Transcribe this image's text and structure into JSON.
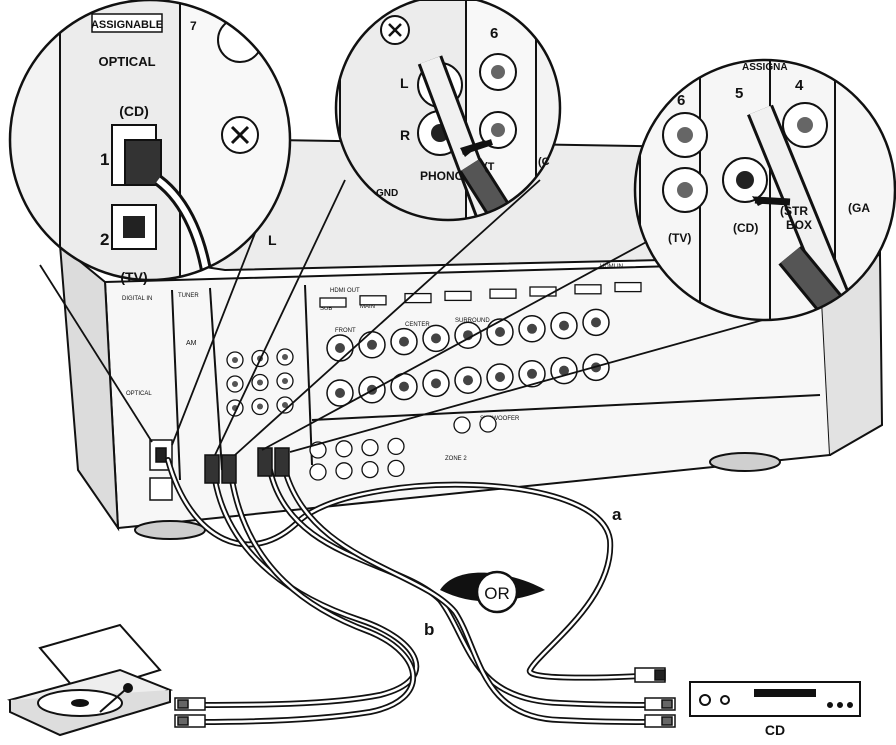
{
  "callout_left": {
    "header": "ASSIGNABLE",
    "section": "OPTICAL",
    "input_cd": "(CD)",
    "num_1": "1",
    "num_2": "2",
    "input_tv": "(TV)",
    "partial_label": "7",
    "partial_letter": "L"
  },
  "callout_middle": {
    "channel_l": "L",
    "channel_r": "R",
    "jack_number": "6",
    "phono": "PHONO",
    "gnd": "GND",
    "partial_tv": "(T",
    "partial_right": "(C"
  },
  "callout_right": {
    "header": "ASSIGNA",
    "num_6": "6",
    "num_5": "5",
    "num_4": "4",
    "tv": "(TV)",
    "cd": "(CD)",
    "strm_box_1": "(STR",
    "strm_box_2": "BOX",
    "game": "(GA"
  },
  "receiver": {
    "hdmi_out": "HDMI OUT",
    "hdmi_in": "HDMI IN",
    "sub": "SUB",
    "main": "MAIN",
    "digital_in": "DIGITAL IN",
    "optical": "OPTICAL",
    "tuner": "TUNER",
    "am": "AM",
    "front": "FRONT",
    "center": "CENTER",
    "surround": "SURROUND",
    "zone2": "ZONE 2",
    "subwoofer": "SUBWOOFER"
  },
  "labels": {
    "a": "a",
    "b": "b",
    "or": "OR",
    "cd": "CD"
  }
}
